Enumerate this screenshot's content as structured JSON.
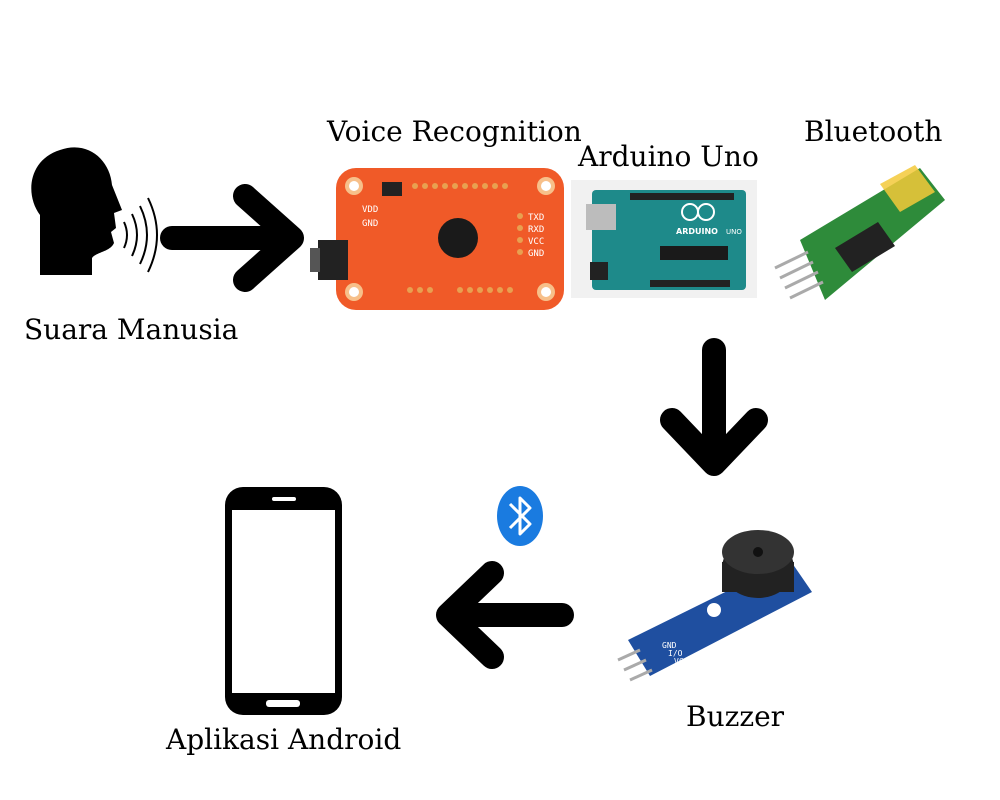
{
  "labels": {
    "human": "Suara Manusia",
    "voice_module": "Voice Recognition",
    "arduino": "Arduino Uno",
    "bluetooth": "Bluetooth",
    "buzzer": "Buzzer",
    "android": "Aplikasi Android"
  },
  "board_text": {
    "arduino_logo": "ARDUINO",
    "arduino_model": "UNO",
    "voice_pins_right": [
      "TXD",
      "RXD",
      "VCC",
      "GND"
    ],
    "voice_pins_left": [
      "VDD",
      "GND"
    ],
    "buzzer_pins": [
      "GND",
      "I/O",
      "VCC"
    ]
  },
  "colors": {
    "arrow": "#000000",
    "voice_board": "#f05a28",
    "arduino_board": "#1e8a8a",
    "bluetooth_board": "#2e8b3a",
    "buzzer_board": "#1f4fa0",
    "bluetooth_badge": "#1a7be0"
  },
  "icons": [
    "head-speaking-icon",
    "bluetooth-icon",
    "smartphone-icon"
  ]
}
